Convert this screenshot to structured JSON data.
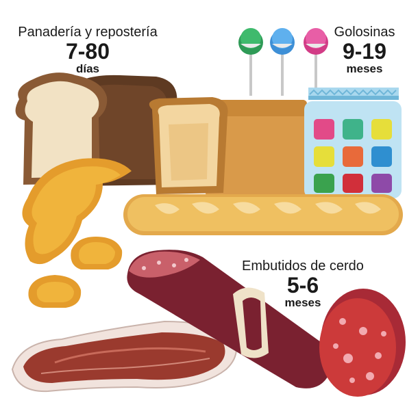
{
  "bakery": {
    "title": "Panadería y repostería",
    "range": "7-80",
    "unit": "días"
  },
  "candy": {
    "title": "Golosinas",
    "range": "9-19",
    "unit": "meses"
  },
  "sausages": {
    "title": "Embutidos de cerdo",
    "range": "5-6",
    "unit": "meses"
  },
  "colors": {
    "bread_crust": "#8a5a35",
    "bread_crumb": "#f2e2c4",
    "dark_bread": "#5e3a22",
    "croissant": "#f0b43c",
    "baguette": "#efc061",
    "jar": "#a9d8ee",
    "salami": "#7a2130",
    "chorizo_slice": "#cc3a3a",
    "ham": "#9a3a2e",
    "lollipop_green": "#2e9a56",
    "lollipop_blue": "#3d8fd6",
    "lollipop_pink": "#d23c86"
  }
}
